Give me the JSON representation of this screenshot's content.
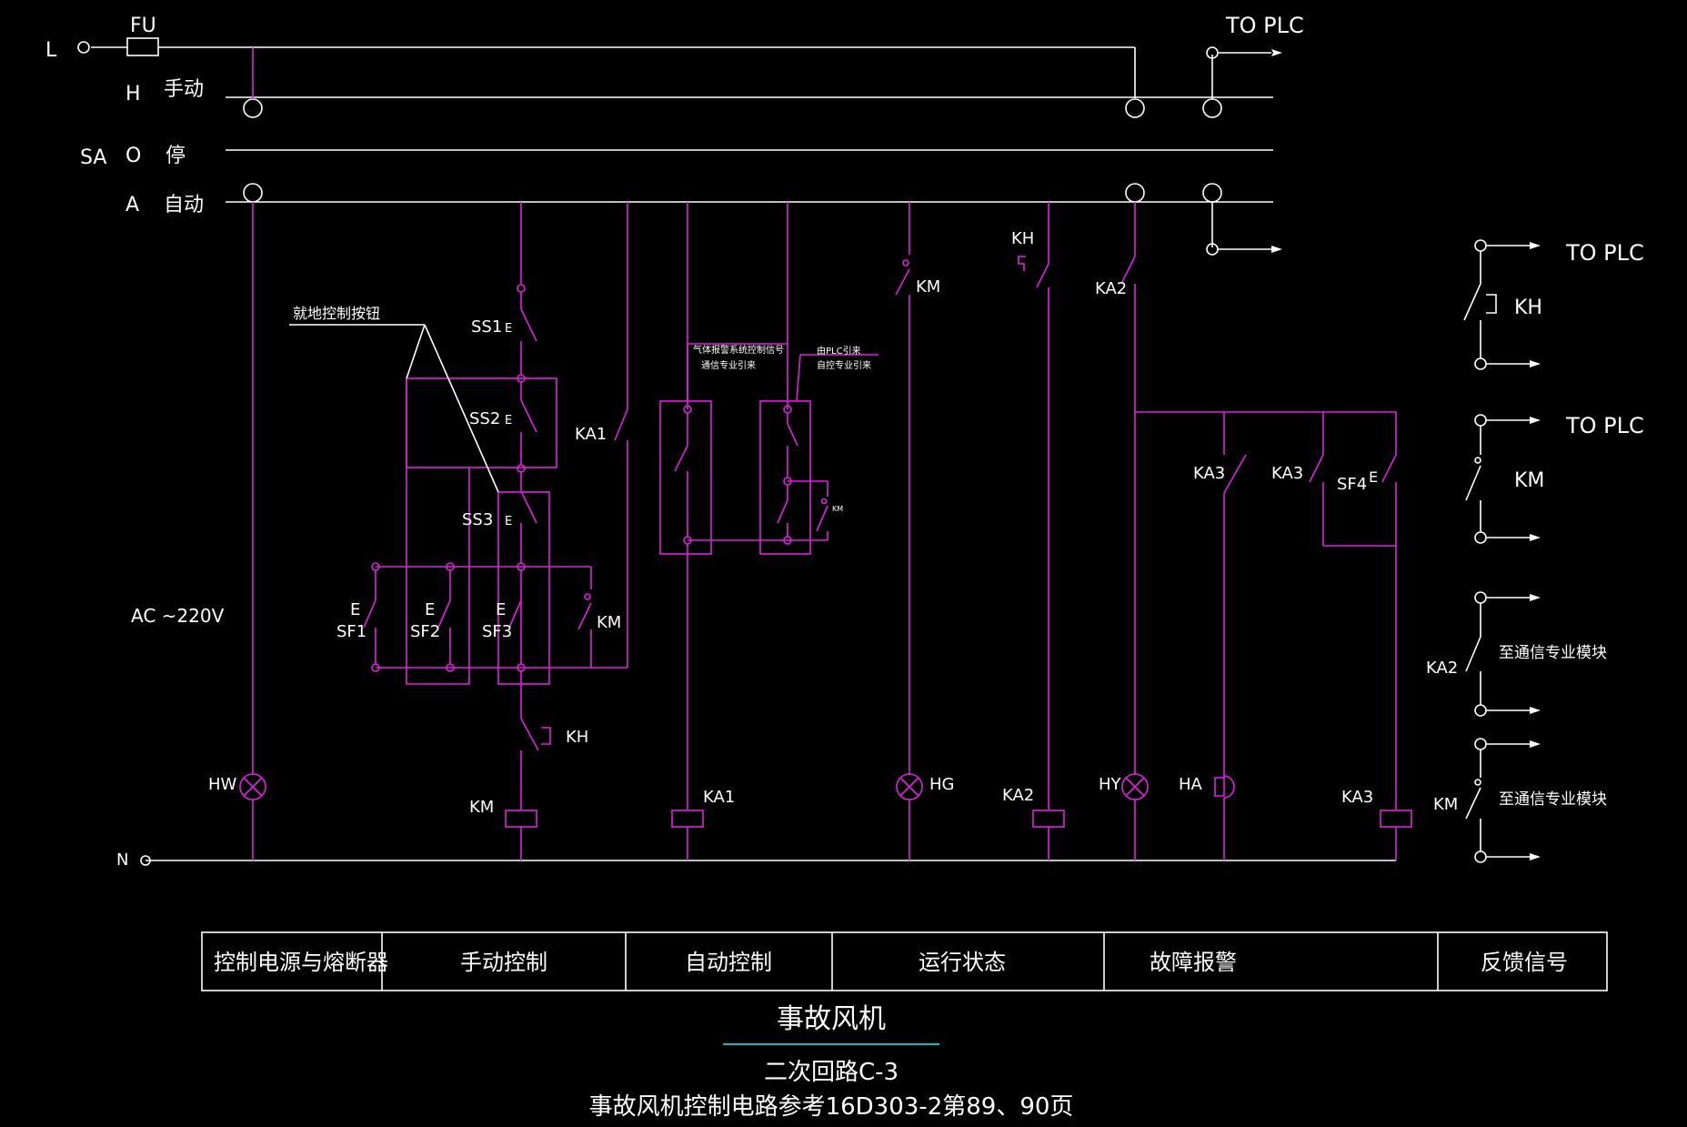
{
  "colors": {
    "background": "#000000",
    "line_white": "#ffffff",
    "line_magenta": "#e020e0",
    "underline": "#00c0c0"
  },
  "rails": {
    "L": "L",
    "FU": "FU",
    "H": "H",
    "manual": "手动",
    "SA": "SA",
    "O": "O",
    "stop": "停",
    "A": "A",
    "auto": "自动",
    "N": "N",
    "supply": "AC ~220V"
  },
  "plc": {
    "top": "TO PLC",
    "right1": "TO PLC",
    "right2": "TO PLC"
  },
  "labels": {
    "local_button": "就地控制按钮",
    "ss1": "SS1",
    "ss2": "SS2",
    "ss3": "SS3",
    "sf1": "SF1",
    "sf2": "SF2",
    "sf3": "SF3",
    "sf4": "SF4",
    "e": "E",
    "km_sf": "KM",
    "kh_main": "KH",
    "km_coil": "KM",
    "ka1_contact": "KA1",
    "ka1_coil": "KA1",
    "gas_l1": "气体报警系统控制信号",
    "gas_l2": "通信专业引来",
    "plc_l1": "由PLC引来",
    "plc_l2": "自控专业引来",
    "km_small": "KM",
    "km_run": "KM",
    "hg": "HG",
    "kh_fault": "KH",
    "ka2_coil": "KA2",
    "ka2_contact": "KA2",
    "hy": "HY",
    "ha": "HA",
    "ka3_a": "KA3",
    "ka3_b": "KA3",
    "ka3_coil": "KA3",
    "hw": "HW",
    "fb_kh": "KH",
    "fb_km": "KM",
    "fb_ka2": "KA2",
    "fb_km2": "KM",
    "comm1": "至通信专业模块",
    "comm2": "至通信专业模块"
  },
  "table": {
    "cells": [
      "控制电源与熔断器",
      "手动控制",
      "自动控制",
      "运行状态",
      "故障报警",
      "反馈信号"
    ]
  },
  "title": {
    "main": "事故风机",
    "sub": "二次回路C-3",
    "ref": "事故风机控制电路参考16D303-2第89、90页"
  }
}
